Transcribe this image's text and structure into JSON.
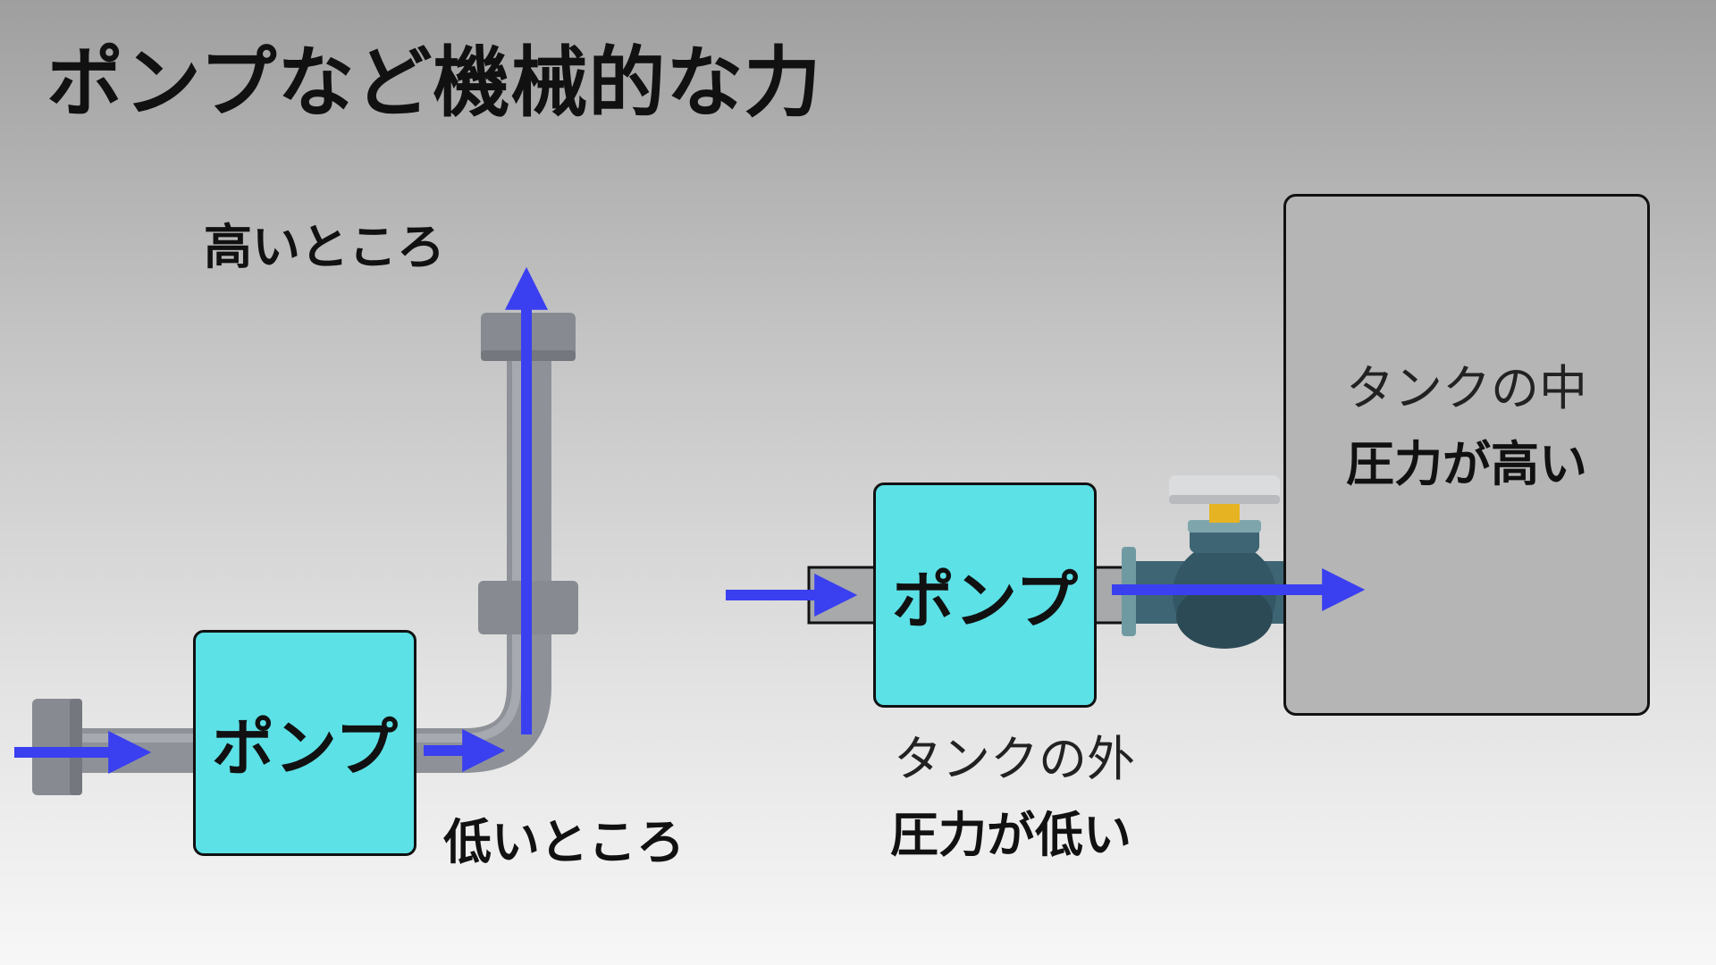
{
  "title": "ポンプなど機械的な力",
  "left_diagram": {
    "high_label": "高いところ",
    "low_label": "低いところ",
    "pump_label": "ポンプ"
  },
  "right_diagram": {
    "pump_label": "ポンプ",
    "tank_inside_label": "タンクの中",
    "tank_inside_pressure": "圧力が高い",
    "tank_outside_label": "タンクの外",
    "tank_outside_pressure": "圧力が低い"
  },
  "colors": {
    "arrow": "#3a3ff0",
    "pump_fill": "#5ce1e6",
    "tank_fill": "#b5b5b5",
    "pipe": "#8e9298",
    "valve_body": "#3e6573"
  }
}
